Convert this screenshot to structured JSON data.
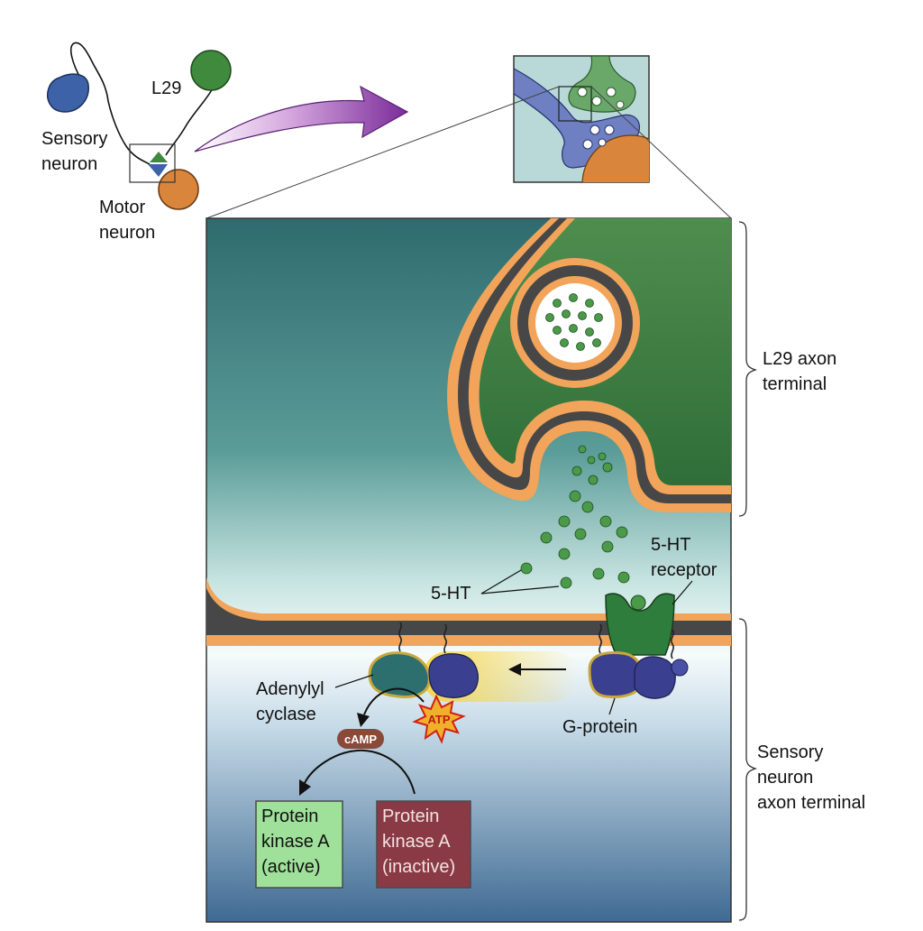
{
  "labels": {
    "l29": "L29",
    "sensory_neuron_1": "Sensory",
    "sensory_neuron_2": "neuron",
    "motor_neuron_1": "Motor",
    "motor_neuron_2": "neuron",
    "l29_terminal_1": "L29 axon",
    "l29_terminal_2": "terminal",
    "sensory_terminal_1": "Sensory",
    "sensory_terminal_2": "neuron",
    "sensory_terminal_3": "axon terminal",
    "five_ht": "5-HT",
    "receptor_1": "5-HT",
    "receptor_2": "receptor",
    "adenylyl_1": "Adenylyl",
    "adenylyl_2": "cyclase",
    "g_protein": "G-protein",
    "atp": "ATP",
    "camp": "cAMP",
    "pka_active_1": "Protein",
    "pka_active_2": "kinase A",
    "pka_active_3": "(active)",
    "pka_inactive_1": "Protein",
    "pka_inactive_2": "kinase A",
    "pka_inactive_3": "(inactive)"
  },
  "colors": {
    "sensory_blue": "#3d62a8",
    "l29_green": "#3f8a3c",
    "motor_orange": "#d9863c",
    "membrane_orange": "#f2a45a",
    "membrane_dark": "#4a4a4a",
    "vesicle_green": "#4a9a4a",
    "receptor_green": "#2f7d3c",
    "gprotein_purple": "#3a3f8f",
    "cyclase_teal": "#2d6f6e",
    "pka_active": "#9fe09a",
    "pka_inactive": "#8a3a44",
    "arrow_purple": "#7a2c9a"
  }
}
